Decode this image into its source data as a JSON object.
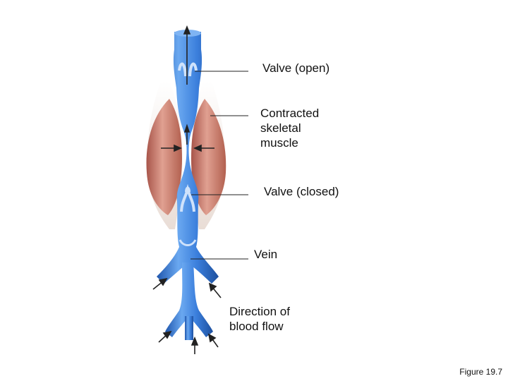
{
  "labels": {
    "valve_open": "Valve (open)",
    "contracted_muscle": [
      "Contracted",
      "skeletal",
      "muscle"
    ],
    "valve_closed": "Valve (closed)",
    "vein": "Vein",
    "direction": [
      "Direction of",
      "blood flow"
    ]
  },
  "figure": "Figure 19.7",
  "colors": {
    "vein": "#2f6fd0",
    "vein_light": "#69a6ee",
    "vein_dark": "#1d4f9e",
    "muscle": "#c0705f",
    "muscle_light": "#e2a797",
    "tendon": "#efe6e1",
    "leader_line": "#222222"
  }
}
